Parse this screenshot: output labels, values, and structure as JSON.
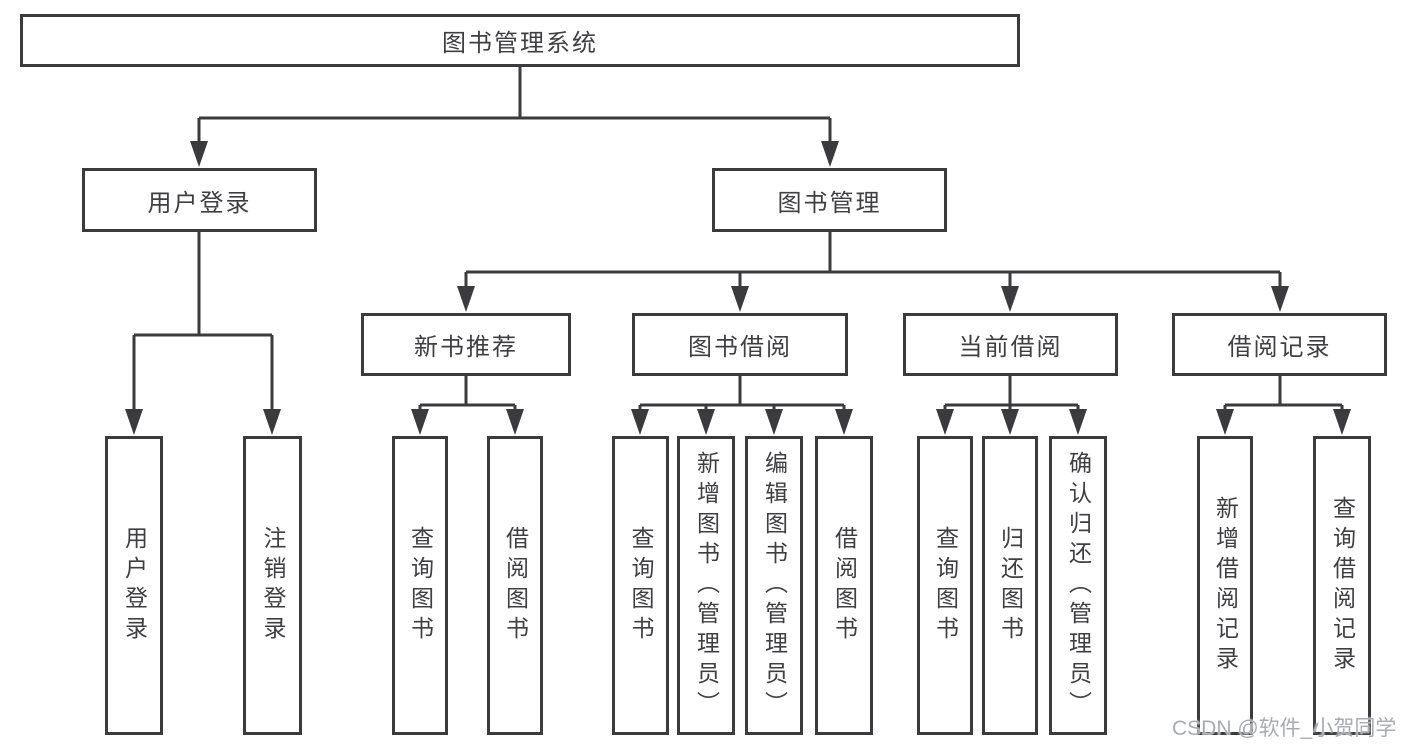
{
  "diagram": {
    "root": "图书管理系统",
    "user_login": {
      "label": "用户登录",
      "children": {
        "login": "用户登录",
        "logout": "注销登录"
      }
    },
    "book_management": {
      "label": "图书管理",
      "children": {
        "new_book_recommend": {
          "label": "新书推荐",
          "children": {
            "query_books": "查询图书",
            "borrow_books": "借阅图书"
          }
        },
        "book_borrowing": {
          "label": "图书借阅",
          "children": {
            "query_books": "查询图书",
            "add_books_admin": "新增图书（管理员）",
            "edit_books_admin": "编辑图书（管理员）",
            "borrow_books": "借阅图书"
          }
        },
        "current_borrowing": {
          "label": "当前借阅",
          "children": {
            "query_books": "查询图书",
            "return_books": "归还图书",
            "confirm_return_admin": "确认归还（管理员）"
          }
        },
        "borrowing_records": {
          "label": "借阅记录",
          "children": {
            "add_borrow_record": "新增借阅记录",
            "query_borrow_record": "查询借阅记录"
          }
        }
      }
    }
  },
  "watermark": {
    "text": "CSDN @软件_小贺同学"
  },
  "colors": {
    "line": "#3b3b3e",
    "box_border": "#3b3b3e",
    "text": "#3f3f42",
    "watermark": "#a8acb1",
    "background": "#ffffff"
  }
}
